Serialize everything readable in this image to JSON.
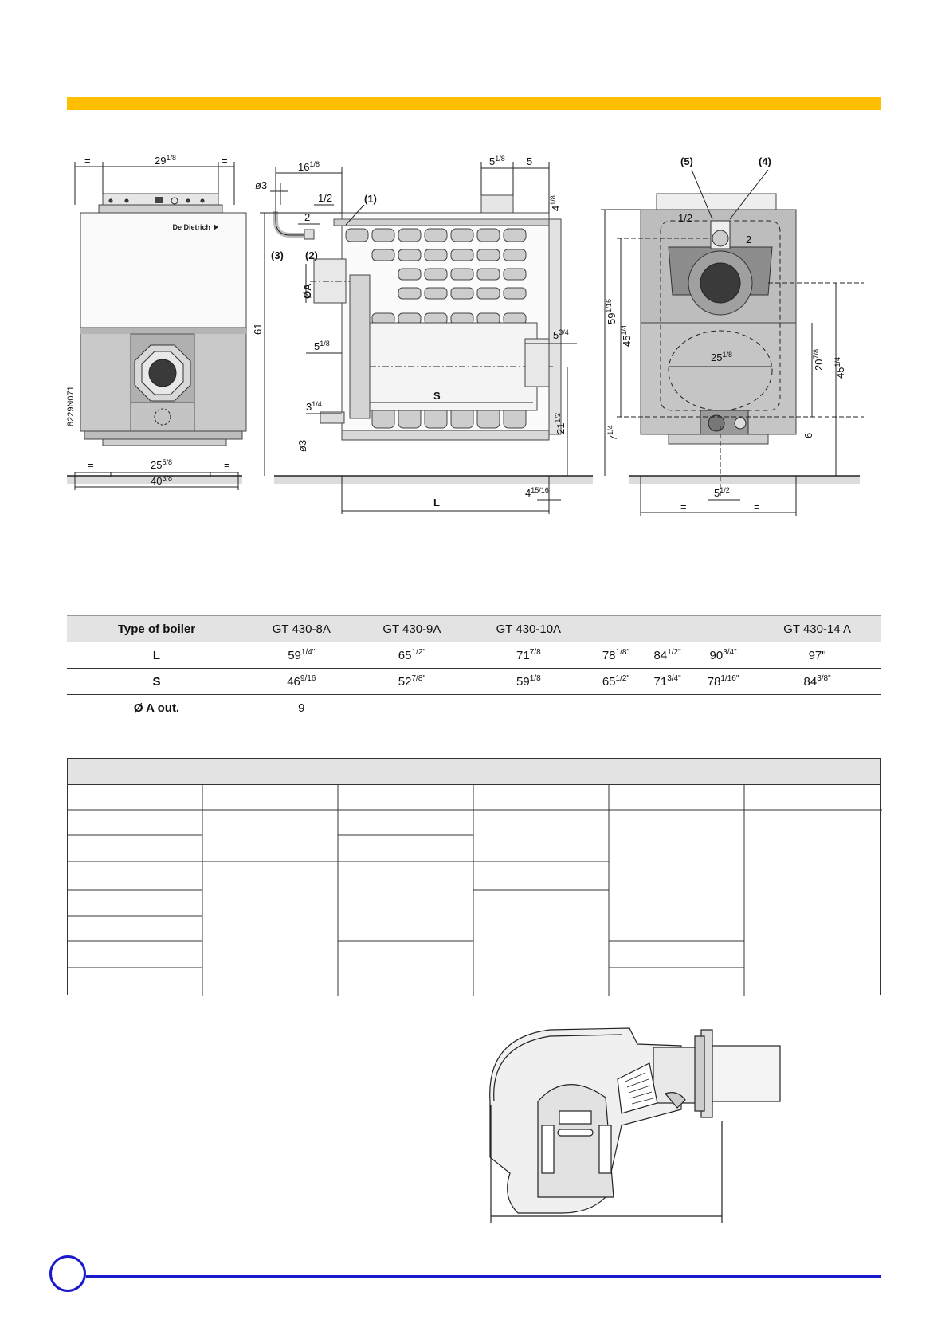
{
  "drawing": {
    "left_view": {
      "top_width": "29",
      "top_width_frac": "1/8",
      "eq": "=",
      "bottom_inner": "25",
      "bottom_inner_frac": "5/8",
      "bottom_total": "40",
      "bottom_total_frac": "3/8",
      "ref_code": "8229N071",
      "brand": "De Dietrich"
    },
    "side_view": {
      "d_top": "16",
      "d_top_frac": "1/8",
      "phi3": "ø3",
      "half": "1/2",
      "two": "2",
      "label1": "(1)",
      "label2": "(2)",
      "label3": "(3)",
      "phiA": "ØA",
      "height61": "61",
      "d51_8": "5",
      "d51_8_frac": "1/8",
      "d31_4": "3",
      "d31_4_frac": "1/4",
      "phi3b": "ø3",
      "S": "S",
      "d53_4": "5",
      "d53_4_frac": "3/4",
      "d211_2": "21",
      "d211_2_frac": "1/2",
      "d415_16": "4",
      "d415_16_frac": "15/16",
      "L": "L",
      "top5_1_8": "5",
      "top5_1_8_frac": "1/8",
      "top5": "5",
      "d41_8": "4",
      "d41_8_frac": "1/8"
    },
    "front_view": {
      "label5": "(5)",
      "label4": "(4)",
      "half": "1/2",
      "two": "2",
      "h59": "59",
      "h59_frac": "1/16",
      "h45": "45",
      "h45_frac": "1/4",
      "w25": "25",
      "w25_frac": "1/8",
      "h20": "20",
      "h20_frac": "7/8",
      "h45b": "45",
      "h45b_frac": "1/4",
      "h7": "7",
      "h7_frac": "1/4",
      "six": "6",
      "w5": "5",
      "w5_frac": "1/2",
      "eq": "="
    }
  },
  "dims_table": {
    "header_label": "Type of boiler",
    "models": [
      "GT 430-8A",
      "GT 430-9A",
      "GT 430-10A",
      "",
      "",
      "",
      "GT 430-14 A"
    ],
    "rows": [
      {
        "label": "L",
        "values": [
          [
            "59",
            "1/4\""
          ],
          [
            "65",
            "1/2\""
          ],
          [
            "71",
            "7/8"
          ],
          [
            "78",
            "1/8\""
          ],
          [
            "84",
            "1/2\""
          ],
          [
            "90",
            "3/4\""
          ],
          [
            "97\"",
            ""
          ]
        ]
      },
      {
        "label": "S",
        "values": [
          [
            "46",
            "9/16"
          ],
          [
            "52",
            "7/8\""
          ],
          [
            "59",
            "1/8"
          ],
          [
            "65",
            "1/2\""
          ],
          [
            "71",
            "3/4\""
          ],
          [
            "78",
            "1/16\""
          ],
          [
            "84",
            "3/8\""
          ]
        ]
      },
      {
        "label": "Ø A out.",
        "values": [
          [
            "9",
            ""
          ],
          [
            "",
            ""
          ],
          [
            "",
            ""
          ],
          [
            "",
            ""
          ],
          [
            "",
            ""
          ],
          [
            "",
            ""
          ],
          [
            "",
            ""
          ]
        ]
      }
    ]
  }
}
